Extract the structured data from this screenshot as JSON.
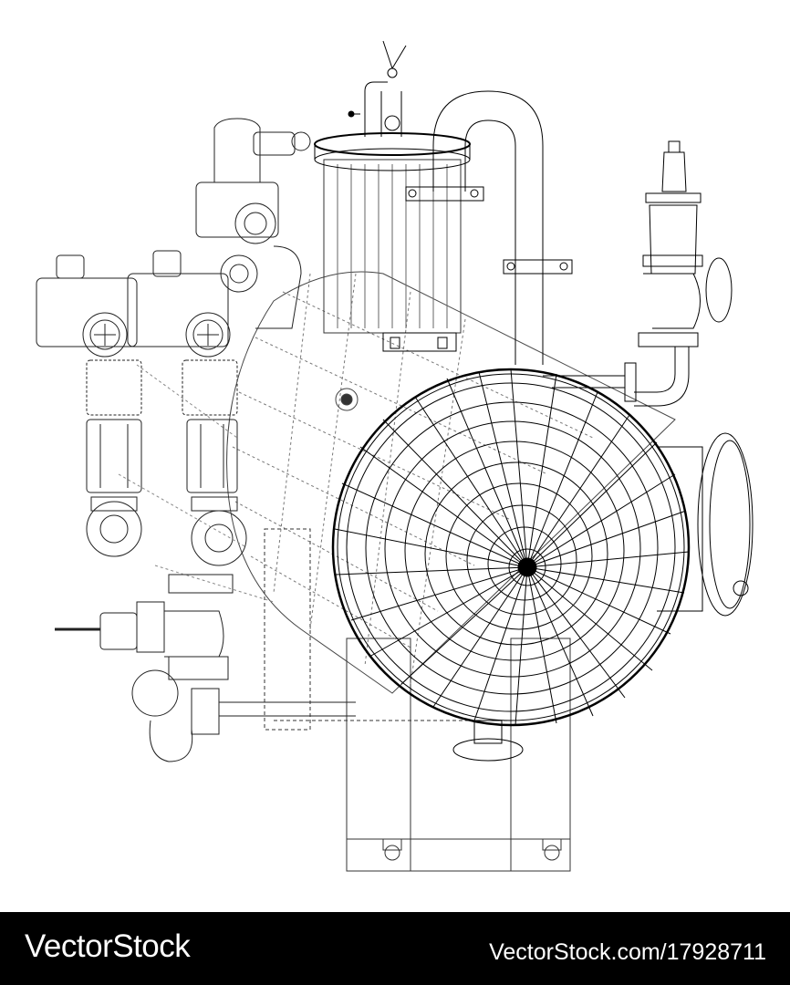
{
  "illustration": {
    "subject": "Wireframe pressure vessel with valves and piping",
    "stroke_color": "#000000",
    "background_color": "#ffffff"
  },
  "footer": {
    "brand": "VectorStock",
    "image_id_text": "VectorStock.com/17928711",
    "background_color": "#000000",
    "text_color": "#ffffff"
  }
}
